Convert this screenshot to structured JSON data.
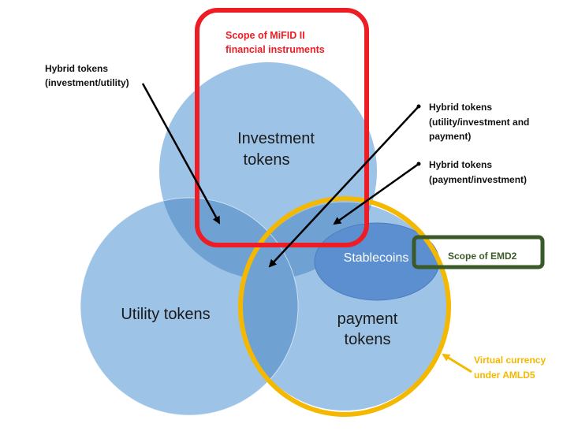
{
  "colors": {
    "set_fill": "#9dc3e6",
    "overlap_fill": "#6fa1d3",
    "stablecoin_fill": "#5b8fd0",
    "mifid_red": "#ee1c25",
    "emd_green": "#3a5a2a",
    "aml_yellow": "#f5b800",
    "arrow": "#000000"
  },
  "sets": {
    "investment": {
      "line1": "Investment",
      "line2": "tokens"
    },
    "utility": {
      "label": "Utility tokens"
    },
    "payment": {
      "line1": "payment",
      "line2": "tokens"
    },
    "stablecoins": {
      "label": "Stablecoins"
    }
  },
  "scopes": {
    "mifid": {
      "line1": "Scope of MiFID II",
      "line2": "financial instruments"
    },
    "emd": {
      "label": "Scope of EMD2"
    },
    "aml": {
      "line1": "Virtual currency",
      "line2": "under AMLD5"
    }
  },
  "annotations": {
    "hybrid_investment_utility": {
      "line1": "Hybrid tokens",
      "line2": "(investment/utility)"
    },
    "hybrid_utility_investment_payment": {
      "line1": "Hybrid tokens",
      "line2": "(utility/investment and",
      "line3": "payment)"
    },
    "hybrid_payment_investment": {
      "line1": "Hybrid tokens",
      "line2": "(payment/investment)"
    }
  }
}
